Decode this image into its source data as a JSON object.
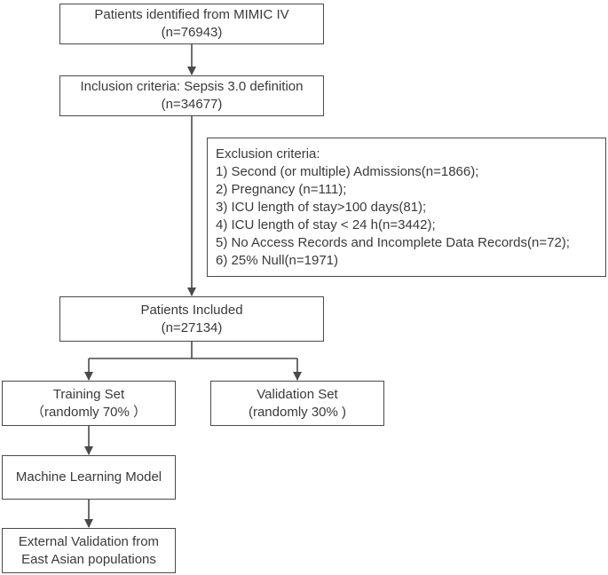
{
  "boxes": {
    "identified": {
      "line1": "Patients identified from MIMIC IV",
      "line2": "(n=76943)"
    },
    "inclusion": {
      "line1": "Inclusion criteria: Sepsis 3.0 definition",
      "line2": "(n=34677)"
    },
    "exclusion": {
      "title": "Exclusion criteria:",
      "items": [
        "1) Second (or multiple) Admissions(n=1866);",
        "2) Pregnancy (n=111);",
        "3) ICU length of stay>100 days(81);",
        "4) ICU length of stay < 24 h(n=3442);",
        "5) No Access Records and Incomplete Data Records(n=72);",
        "6) 25% Null(n=1971)"
      ]
    },
    "included": {
      "line1": "Patients Included",
      "line2": "(n=27134)"
    },
    "training": {
      "line1": "Training Set",
      "line2": "（randomly  70% ）"
    },
    "validation": {
      "line1": "Validation Set",
      "line2": "(randomly 30% )"
    },
    "ml_model": {
      "line1": "Machine Learning Model"
    },
    "external": {
      "line1": "External Validation from",
      "line2": "East Asian populations"
    }
  },
  "colors": {
    "border": "#4a4a4a",
    "text": "#3a3a3a",
    "arrow": "#4a4a4a"
  }
}
